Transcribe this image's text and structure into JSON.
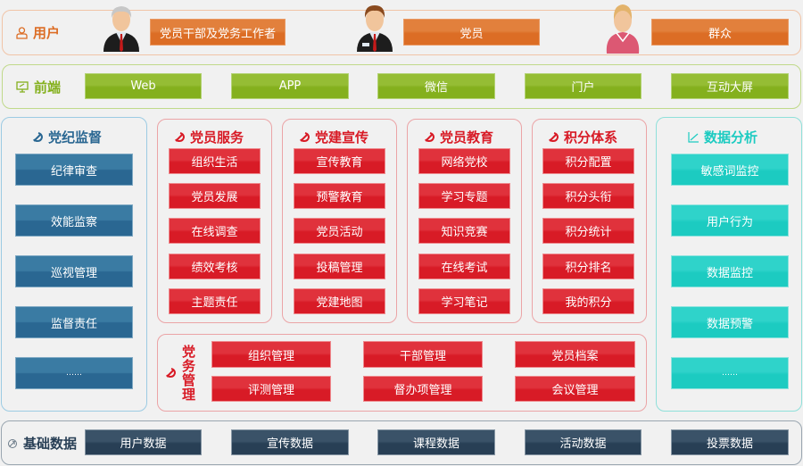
{
  "colors": {
    "orange": "#dc6d25",
    "green": "#84b01d",
    "blue": "#2a6792",
    "red": "#d81b26",
    "cyan": "#1ccbc1",
    "navy": "#283f55"
  },
  "users_row": {
    "label": "用户",
    "icon": "user-icon",
    "items": [
      {
        "label": "党员干部及党务工作者",
        "avatar": "male-senior-avatar"
      },
      {
        "label": "党员",
        "avatar": "male-member-avatar"
      },
      {
        "label": "群众",
        "avatar": "female-avatar"
      }
    ]
  },
  "frontend_row": {
    "label": "前端",
    "icon": "monitor-icon",
    "items": [
      "Web",
      "APP",
      "微信",
      "门户",
      "互动大屏"
    ]
  },
  "discipline": {
    "title": "党纪监督",
    "icon": "party-emblem-icon",
    "items": [
      "纪律审查",
      "效能监察",
      "巡视管理",
      "监督责任",
      "……"
    ]
  },
  "modules": [
    {
      "title": "党员服务",
      "items": [
        "组织生活",
        "党员发展",
        "在线调查",
        "绩效考核",
        "主题责任"
      ]
    },
    {
      "title": "党建宣传",
      "items": [
        "宣传教育",
        "预警教育",
        "党员活动",
        "投稿管理",
        "党建地图"
      ]
    },
    {
      "title": "党员教育",
      "items": [
        "网络党校",
        "学习专题",
        "知识竞赛",
        "在线考试",
        "学习笔记"
      ]
    },
    {
      "title": "积分体系",
      "items": [
        "积分配置",
        "积分头衔",
        "积分统计",
        "积分排名",
        "我的积分"
      ]
    }
  ],
  "affairs": {
    "title": "党务管理",
    "items": [
      "组织管理",
      "干部管理",
      "党员档案",
      "评测管理",
      "督办项管理",
      "会议管理"
    ]
  },
  "analysis": {
    "title": "数据分析",
    "icon": "chart-icon",
    "items": [
      "敏感词监控",
      "用户行为",
      "数据监控",
      "数据预警",
      "……"
    ]
  },
  "base_row": {
    "label": "基础数据",
    "icon": "database-icon",
    "items": [
      "用户数据",
      "宣传数据",
      "课程数据",
      "活动数据",
      "投票数据"
    ]
  }
}
